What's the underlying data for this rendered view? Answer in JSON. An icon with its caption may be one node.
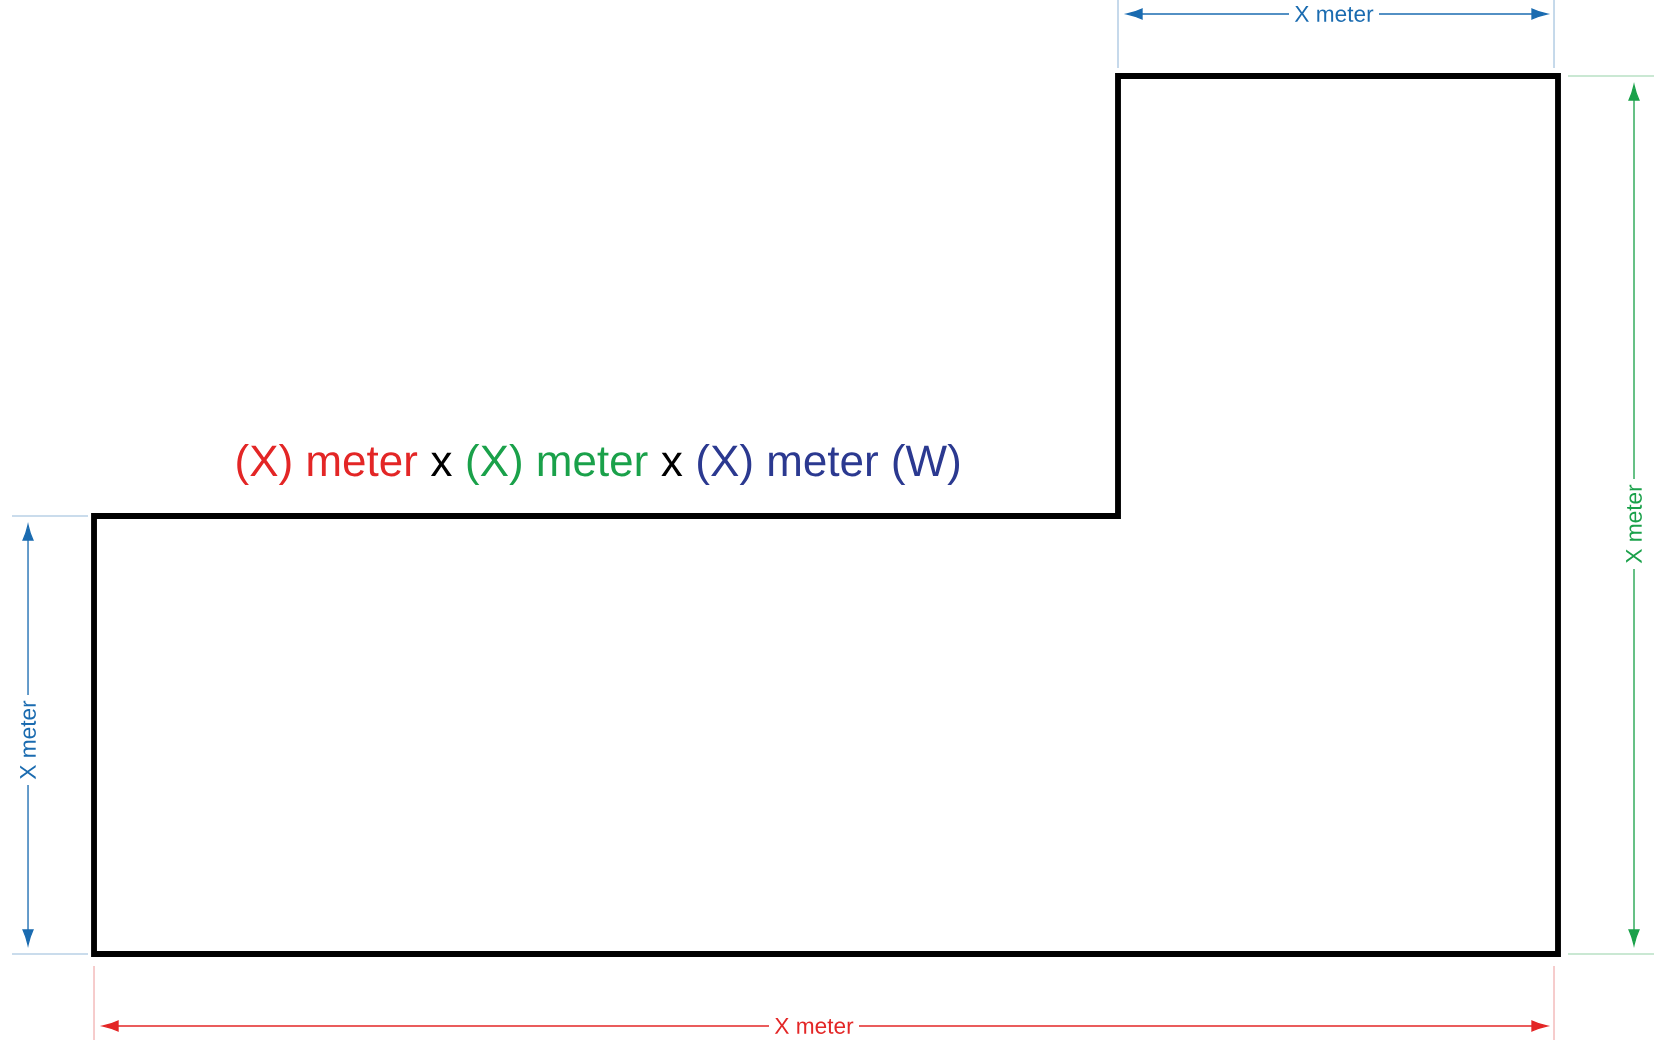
{
  "diagram": {
    "labels": [
      "X meter",
      "(X) meter",
      "x",
      "(X) meter",
      "x",
      "(X) meter (W)",
      "X meter",
      "X meter",
      "X meter"
    ]
  }
}
